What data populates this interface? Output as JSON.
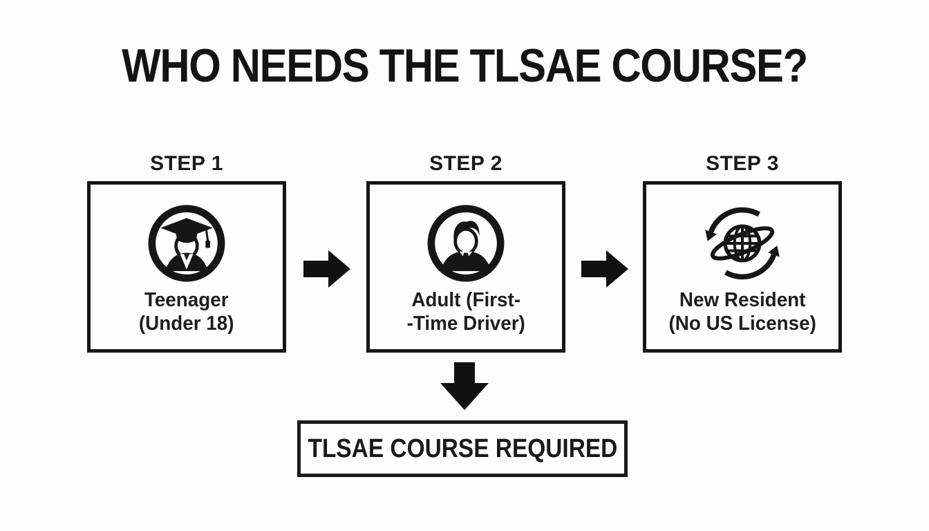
{
  "title": "WHO NEEDS THE TLSAE COURSE?",
  "steps": [
    {
      "label": "STEP 1",
      "icon": "graduate-icon",
      "caption_line1": "Teenager",
      "caption_line2": "(Under 18)"
    },
    {
      "label": "STEP 2",
      "icon": "adult-driver-icon",
      "caption_line1": "Adult (First-",
      "caption_line2": "-Time Driver)"
    },
    {
      "label": "STEP 3",
      "icon": "globe-icon",
      "caption_line1": "New Resident",
      "caption_line2": "(No US License)"
    }
  ],
  "result_box": {
    "label": "TLSAE COURSE REQUIRED"
  },
  "colors": {
    "ink": "#161616",
    "background": "#fdfdfd"
  }
}
